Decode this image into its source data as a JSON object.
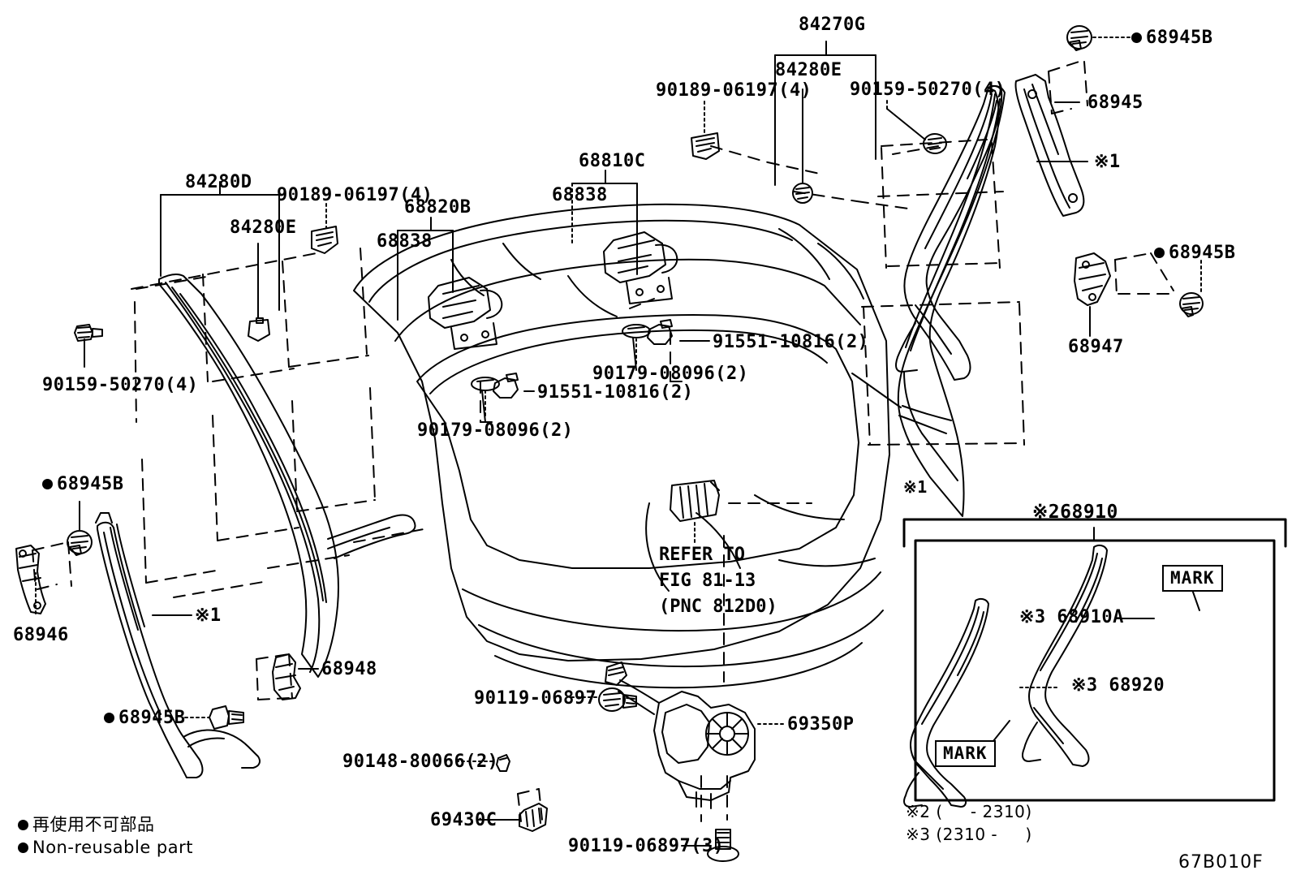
{
  "figure": {
    "code": "67B010F",
    "refer_note": "REFER TO\nFIG 81-13\n(PNC 812D0)"
  },
  "legend": {
    "cjk": "再使用不可部品",
    "en": "Non-reusable part"
  },
  "footnotes": {
    "note2": "※2 (     - 2310)",
    "note3": "※3 (2310 -     )"
  },
  "inset": {
    "marker": "※1",
    "group_label": "※268910",
    "items": [
      {
        "label": "※3 68910A"
      },
      {
        "label": "※3 68920"
      }
    ],
    "mark_tag_a": "MARK",
    "mark_tag_b": "MARK"
  },
  "callouts": [
    {
      "id": "c01",
      "text": "84270G"
    },
    {
      "id": "c02",
      "text": "84280E"
    },
    {
      "id": "c03",
      "text": "90189-06197(4)"
    },
    {
      "id": "c04",
      "text": "90159-50270(4)"
    },
    {
      "id": "c05",
      "text": "68945B",
      "bullet": true
    },
    {
      "id": "c06",
      "text": "68945"
    },
    {
      "id": "c07",
      "text": "※1"
    },
    {
      "id": "c08",
      "text": "68945B",
      "bullet": true
    },
    {
      "id": "c09",
      "text": "68947"
    },
    {
      "id": "c10",
      "text": "84280D"
    },
    {
      "id": "c11",
      "text": "90189-06197(4)"
    },
    {
      "id": "c12",
      "text": "84280E"
    },
    {
      "id": "c13",
      "text": "68820B"
    },
    {
      "id": "c14",
      "text": "68838"
    },
    {
      "id": "c15",
      "text": "68810C"
    },
    {
      "id": "c16",
      "text": "68838"
    },
    {
      "id": "c17",
      "text": "91551-10816(2)"
    },
    {
      "id": "c18",
      "text": "90179-08096(2)"
    },
    {
      "id": "c19",
      "text": "91551-10816(2)"
    },
    {
      "id": "c20",
      "text": "90179-08096(2)"
    },
    {
      "id": "c21",
      "text": "90159-50270(4)"
    },
    {
      "id": "c22",
      "text": "68945B",
      "bullet": true
    },
    {
      "id": "c23",
      "text": "68946"
    },
    {
      "id": "c24",
      "text": "※1"
    },
    {
      "id": "c25",
      "text": "68948"
    },
    {
      "id": "c26",
      "text": "68945B",
      "bullet": true
    },
    {
      "id": "c27",
      "text": "90119-06897"
    },
    {
      "id": "c28",
      "text": "69350P"
    },
    {
      "id": "c29",
      "text": "90148-80066(2)"
    },
    {
      "id": "c30",
      "text": "69430C"
    },
    {
      "id": "c31",
      "text": "90119-06897(3)"
    },
    {
      "id": "c32",
      "text": "※1"
    }
  ],
  "colors": {
    "line": "#000000",
    "background": "#ffffff"
  }
}
